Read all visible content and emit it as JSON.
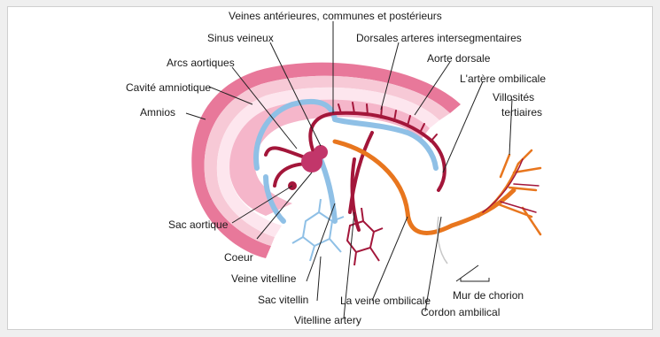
{
  "diagram": {
    "colors": {
      "amnion": "#e8789a",
      "amnion_light": "#f7c9d6",
      "vein": "#8fc0e6",
      "artery": "#a3163a",
      "umbilical_vein": "#e8761e",
      "leader": "#222222"
    },
    "labels": {
      "veines_aps": "Veines antérieures, communes et postérieurs",
      "sinus_veineux": "Sinus veineux",
      "dorsales_arteres": "Dorsales arteres intersegmentaires",
      "arcs_aortiques": "Arcs aortiques",
      "aorte_dorsale": "Aorte dorsale",
      "cavite_amniotique": "Cavité amniotique",
      "artere_ombilicale": "L'artère ombilicale",
      "amnios": "Amnios",
      "villosites": "Villosités",
      "tertiaires": "tertiaires",
      "sac_aortique": "Sac aortique",
      "coeur": "Coeur",
      "veine_vitelline": "Veine vitelline",
      "sac_vitellin": "Sac vitellin",
      "veine_ombilicale": "La veine ombilicale",
      "mur_chorion": "Mur de chorion",
      "vitelline_artery": "Vitelline artery",
      "cordon_ombilical": "Cordon ambilical"
    }
  }
}
